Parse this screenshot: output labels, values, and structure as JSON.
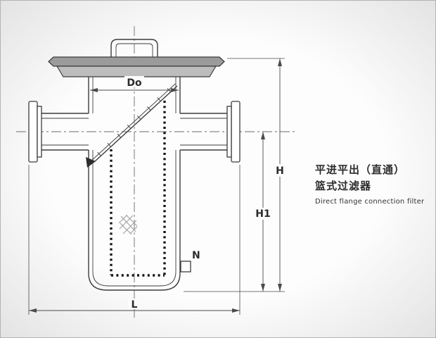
{
  "caption": {
    "title_line1": "平进平出（直通）",
    "title_line2": "篮式过滤器",
    "subtitle": "Direct flange connection filter"
  },
  "dimensions": {
    "width_top": "Do",
    "height_total": "H",
    "height_lower": "H1",
    "length": "L",
    "drain": "N"
  },
  "colors": {
    "line": "#3c3c3c",
    "dim_line": "#4a4a4a",
    "centerline": "#6a6a6a",
    "flange_fill": "#9b9b9b",
    "flange_fill_light": "#bdbdbd",
    "basket_dot": "#141414",
    "mesh_hatch": "#9f9f9f",
    "text": "#2b2b2b",
    "background_edge": "#e3e3e3",
    "background_center": "#fdfdfd",
    "frame_border": "#b3b3b3"
  }
}
